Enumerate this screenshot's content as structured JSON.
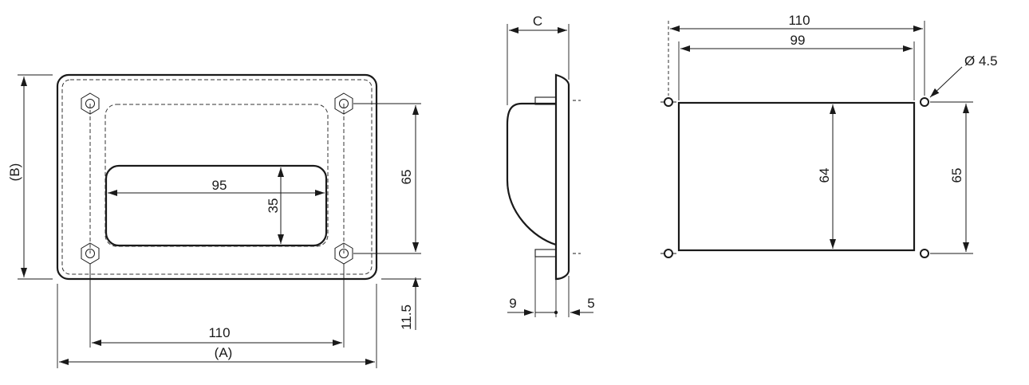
{
  "front_view": {
    "width_label": "(A)",
    "height_label": "(B)",
    "hole_spacing_horizontal": "110",
    "hole_spacing_vertical": "65",
    "grip_width": "95",
    "grip_height": "35",
    "bottom_offset": "11.5"
  },
  "side_view": {
    "depth_label": "C",
    "stud_length": "9",
    "flange_thickness": "5"
  },
  "cutout_view": {
    "hole_spacing_horizontal": "110",
    "cutout_width": "99",
    "hole_diameter": "Ø 4.5",
    "cutout_height": "64",
    "hole_spacing_vertical": "65"
  }
}
